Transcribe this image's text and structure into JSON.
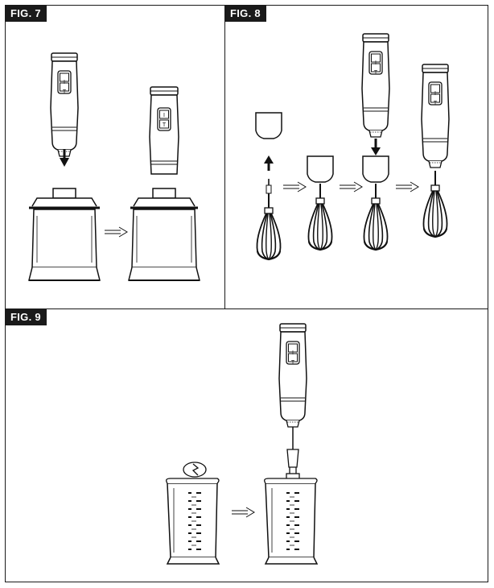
{
  "figures": [
    {
      "label": "FIG. 7"
    },
    {
      "label": "FIG. 8"
    },
    {
      "label": "FIG. 9"
    }
  ],
  "button_labels": {
    "top": "I",
    "bottom": "T"
  }
}
